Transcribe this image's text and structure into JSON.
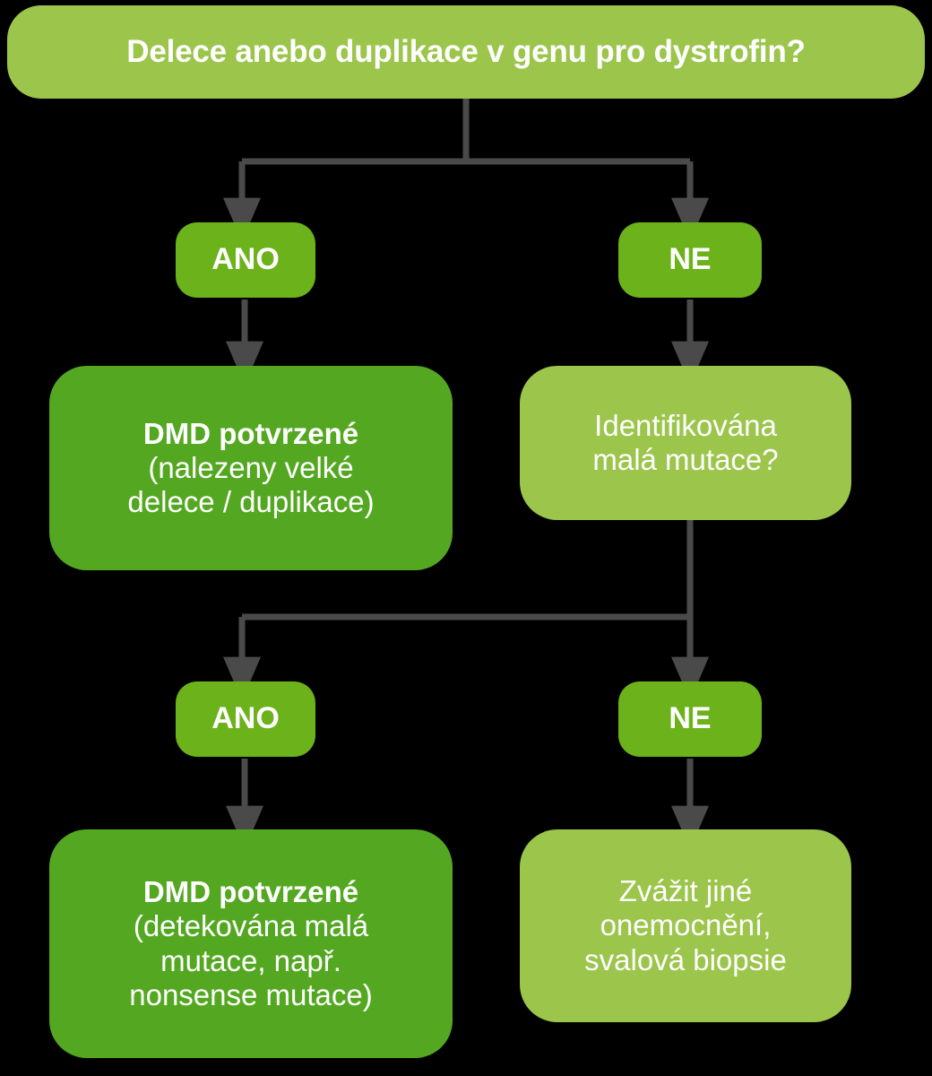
{
  "diagram": {
    "title": "Delece anebo duplikace v genu pro dystrofin?",
    "language": "cs",
    "background_color": "#000000",
    "connector_color": "#4a4a4a",
    "palette": {
      "light_green": "#9cc54b",
      "mid_green": "#6cb21b",
      "dark_green": "#54a821",
      "text": "#ffffff"
    },
    "nodes": {
      "root": {
        "label": "Delece anebo duplikace v genu pro dystrofin?",
        "color": "#9cc54b",
        "type": "question"
      },
      "ano_1": {
        "label": "ANO",
        "color": "#6cb21b",
        "type": "decision"
      },
      "ne_1": {
        "label": "NE",
        "color": "#6cb21b",
        "type": "decision"
      },
      "dmd_large": {
        "title": "DMD potvrzené",
        "line2": "(nalezeny velké",
        "line3": "delece / duplikace)",
        "color": "#54a821",
        "type": "outcome"
      },
      "question_small": {
        "line1": "Identifikována",
        "line2": "malá mutace?",
        "color": "#9cc54b",
        "type": "question"
      },
      "ano_2": {
        "label": "ANO",
        "color": "#6cb21b",
        "type": "decision"
      },
      "ne_2": {
        "label": "NE",
        "color": "#6cb21b",
        "type": "decision"
      },
      "dmd_small": {
        "title": "DMD potvrzené",
        "line2": "(detekována malá",
        "line3": "mutace, např.",
        "line4": "nonsense mutace)",
        "color": "#54a821",
        "type": "outcome"
      },
      "other_disease": {
        "line1": "Zvážit jiné",
        "line2": "onemocnění,",
        "line3": "svalová biopsie",
        "color": "#9cc54b",
        "type": "outcome"
      }
    },
    "edges": [
      {
        "from": "root",
        "to": "ano_1",
        "label": ""
      },
      {
        "from": "root",
        "to": "ne_1",
        "label": ""
      },
      {
        "from": "ano_1",
        "to": "dmd_large",
        "label": ""
      },
      {
        "from": "ne_1",
        "to": "question_small",
        "label": ""
      },
      {
        "from": "question_small",
        "to": "ano_2",
        "label": ""
      },
      {
        "from": "question_small",
        "to": "ne_2",
        "label": ""
      },
      {
        "from": "ano_2",
        "to": "dmd_small",
        "label": ""
      },
      {
        "from": "ne_2",
        "to": "other_disease",
        "label": ""
      }
    ]
  }
}
